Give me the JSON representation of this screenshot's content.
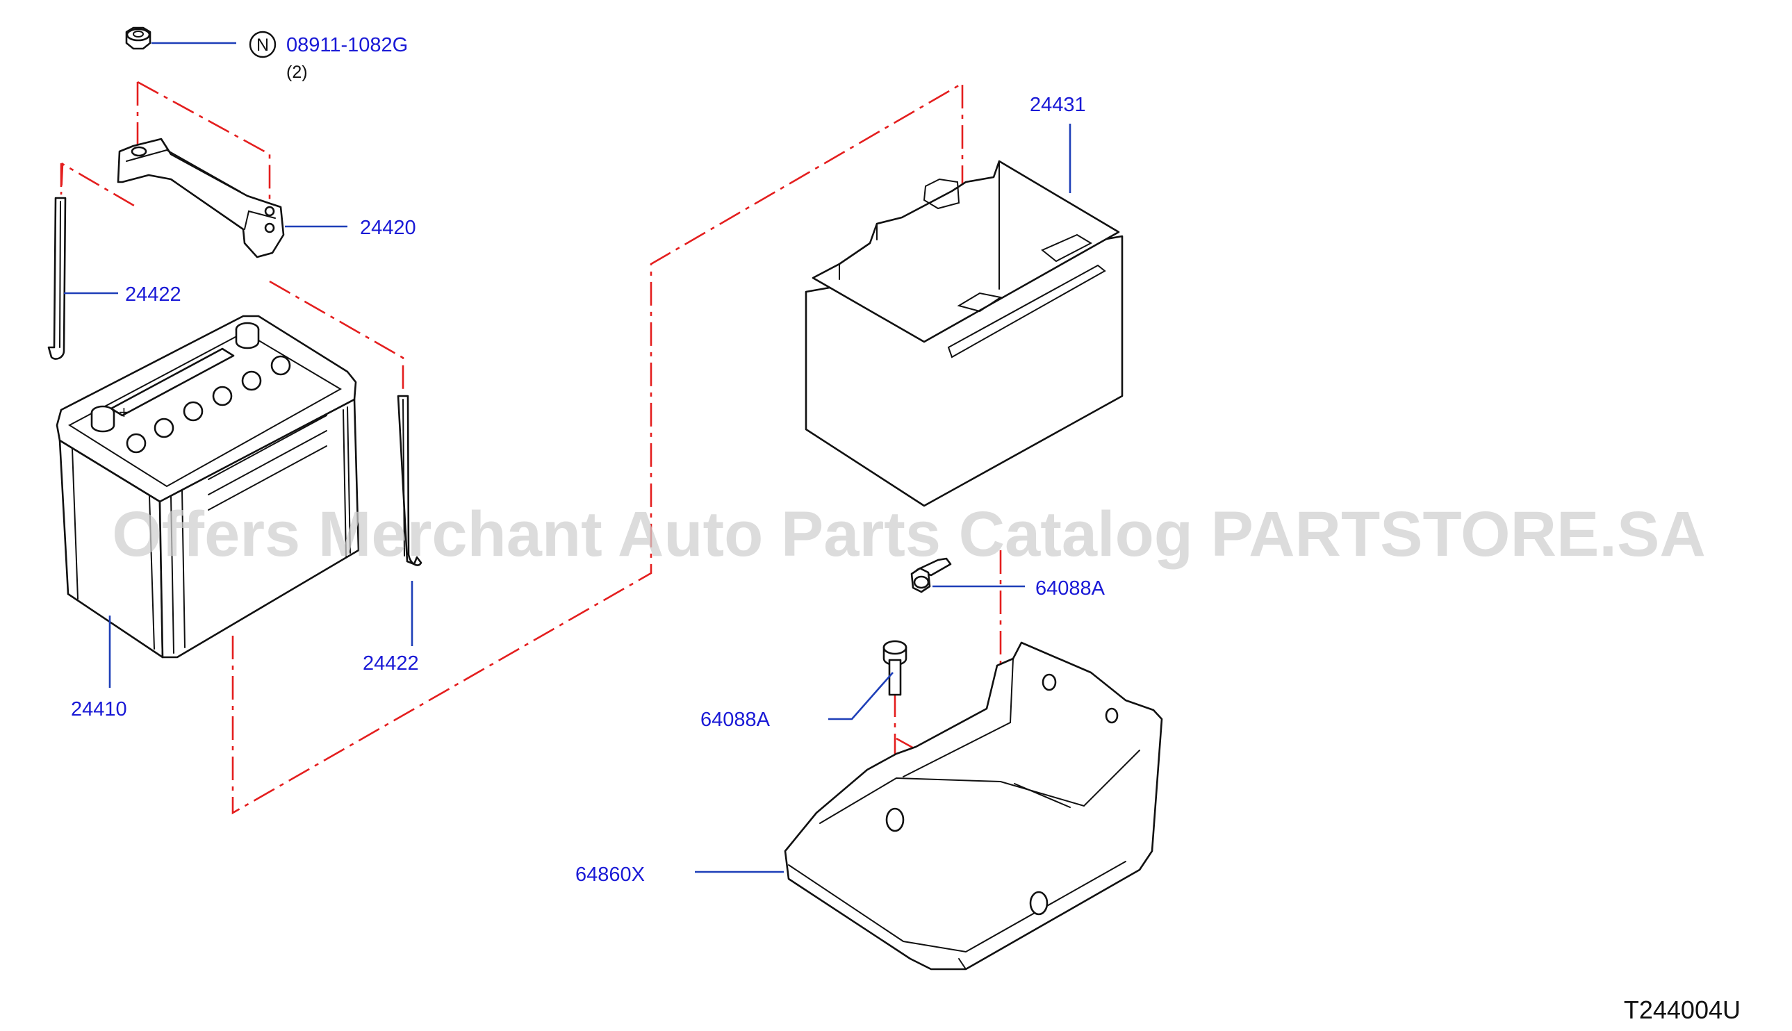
{
  "watermark": "Offers Merchant Auto Parts Catalog PARTSTORE.SA",
  "diagram_code": "T244004U",
  "notation_symbol": "N",
  "callouts": {
    "nut": "08911-1082G",
    "nut_qty": "(2)",
    "battery_case": "24431",
    "hold_down_frame": "24420",
    "rod_left": "24422",
    "rod_right": "24422",
    "battery": "24410",
    "bolt_upper": "64088A",
    "bolt_lower": "64088A",
    "battery_tray": "64860X"
  },
  "colors": {
    "callout_text": "#1a1ad6",
    "leader_line": "#1e3fb8",
    "assembly_guide": "#e41e1e",
    "part_outline": "#111111"
  }
}
